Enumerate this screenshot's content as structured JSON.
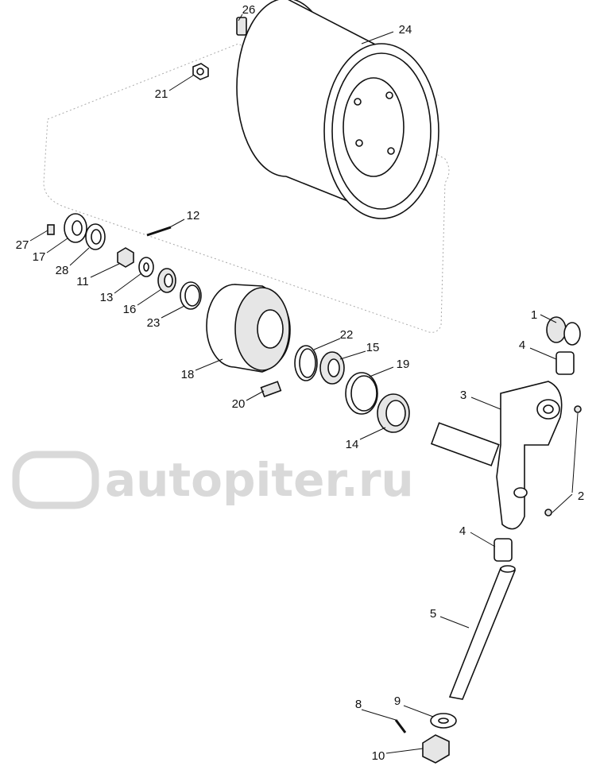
{
  "diagram": {
    "watermark": "autopiter.ru",
    "callouts": [
      "26",
      "24",
      "21",
      "12",
      "27",
      "17",
      "28",
      "11",
      "13",
      "16",
      "23",
      "1",
      "4",
      "22",
      "15",
      "19",
      "18",
      "3",
      "20",
      "14",
      "2",
      "4",
      "5",
      "8",
      "9",
      "10"
    ]
  }
}
